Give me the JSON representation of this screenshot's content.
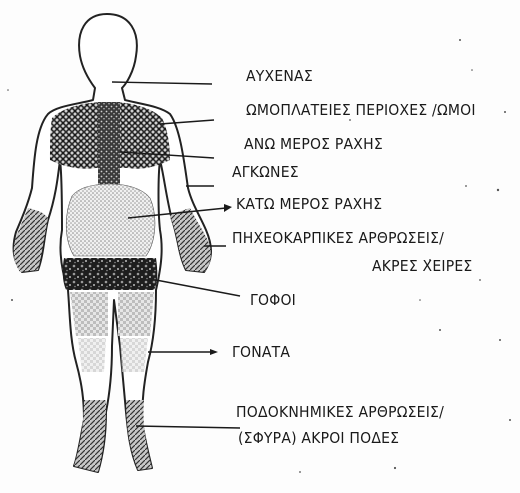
{
  "colors": {
    "ink": "#1a1a1a",
    "outline": "#222222",
    "dense_pattern": "#2a2a2a",
    "light_pattern": "#9a9a9a",
    "background": "#fdfdfd"
  },
  "labels": {
    "neck": "ΑΥΧΕΝΑΣ",
    "shoulders": "ΩΜΟΠΛΑΤΕΙΕΣ ΠΕΡΙΟΧΕΣ /ΩΜΟΙ",
    "upper_back": "ΑΝΩ ΜΕΡΟΣ ΡΑΧΗΣ",
    "elbows": "ΑΓΚΩΝΕΣ",
    "lower_back": "ΚΑΤΩ ΜΕΡΟΣ ΡΑΧΗΣ",
    "wrists_line1": "ΠΗΧΕΟΚΑΡΠΙΚΕΣ ΑΡΘΡΩΣΕΙΣ/",
    "wrists_line2": "ΑΚΡΕΣ ΧΕΙΡΕΣ",
    "hips": "ΓΟΦΟΙ",
    "knees": "ΓΟΝΑΤΑ",
    "ankles_line1": "ΠΟΔΟΚΝΗΜΙΚΕΣ ΑΡΘΡΩΣΕΙΣ/",
    "ankles_line2": "(ΣΦΥΡΑ) ΑΚΡΟΙ ΠΟΔΕΣ"
  }
}
